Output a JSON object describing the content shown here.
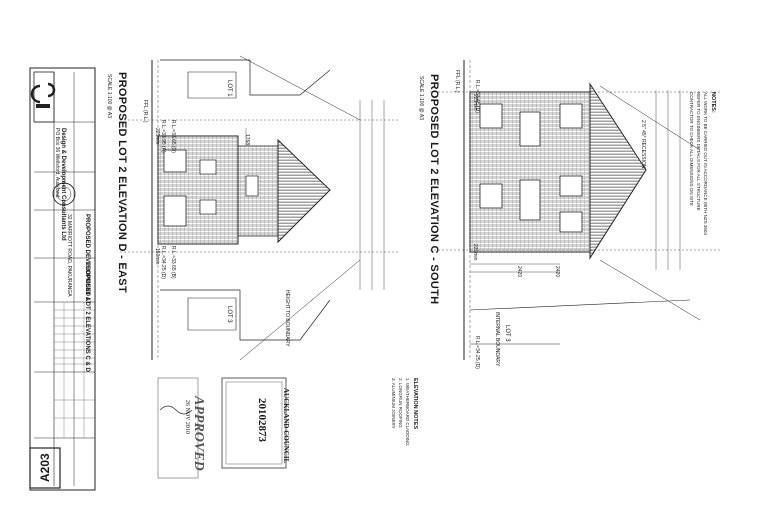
{
  "title_block": {
    "sheet_number": "A203",
    "company": "Design & Development Consultants Ltd",
    "address": "PO Box 36 Wellsford, Auckland",
    "project": "PROPOSED DEVELOPMENT AT",
    "project_address": "32 MARRIOTT ROAD, PAKURANGA",
    "drawing_title": "PROPOSED LOT 2 ELEVATIONS C & D"
  },
  "elevations": {
    "east": {
      "title": "PROPOSED LOT 2 ELEVATION D - EAST",
      "scale": "SCALE 1:100 @ A3",
      "levels": [
        "R.L.=33.65 (D)",
        "R.L.=33.95 (A)",
        "R.L.=33.65 (B)",
        "R.L.=34.25 (D)"
      ],
      "dimension": "1768",
      "setbacks": [
        "225min",
        "150min"
      ],
      "lots": [
        "LOT 1",
        "LOT 3"
      ],
      "ffl": "FFL (R.L.)",
      "recession_plane": "HEIGHT TO BOUNDARY"
    },
    "south": {
      "title": "PROPOSED LOT 2 ELEVATION C - SOUTH",
      "scale": "SCALE 1:100 @ A3",
      "levels": [
        "R.L.=33.65 (D)",
        "R.L.=34.25 (D)"
      ],
      "setbacks": [
        "225min",
        "220min"
      ],
      "dimensions": [
        "2420",
        "2420"
      ],
      "boundary": "INTERNAL BOUNDARY",
      "lot": "LOT 3",
      "ffl": "FFL (R.L.)",
      "recession_plane": "2.5\" 45° RECESSION"
    }
  },
  "notes": {
    "heading": "NOTES:",
    "lines": [
      "ALL WORK TO BE CARRIED OUT IN ACCORDANCE WITH NZS 3604",
      "REFER TO ENGINEERS DETAILS FOR ALL STRUCTURE",
      "CONTRACTOR TO CHECK ALL DIMENSIONS ON SITE"
    ],
    "elevation_heading": "ELEVATION NOTES",
    "elevation_lines": [
      "1. WEATHERBOARD CLADDING",
      "2. LONGRUN ROOFING",
      "3. ALUMINIUM JOINERY"
    ]
  },
  "stamps": {
    "council": "AUCKLAND COUNCIL",
    "consent_number": "20102873",
    "approved": "APPROVED",
    "date": "26 NOV 2010"
  }
}
